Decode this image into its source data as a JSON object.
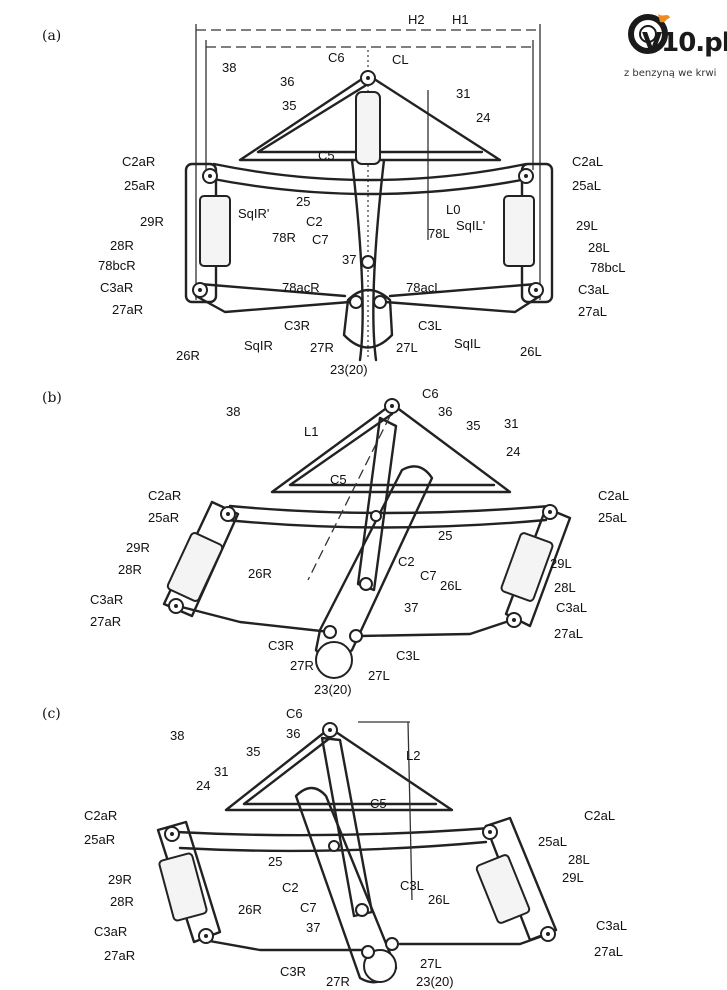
{
  "logo": {
    "brand": "V10.pl",
    "tagline": "z benzyną we krwi"
  },
  "panels": [
    {
      "id": "a",
      "label": "(a)"
    },
    {
      "id": "b",
      "label": "(b)"
    },
    {
      "id": "c",
      "label": "(c)"
    }
  ],
  "labels_a": [
    "H2",
    "H1",
    "38",
    "C6",
    "CL",
    "36",
    "35",
    "31",
    "24",
    "C5",
    "C2aR",
    "25aR",
    "C2aL",
    "25aL",
    "25",
    "C2",
    "L0",
    "29R",
    "SqIR'",
    "78R",
    "C7",
    "78L",
    "SqIL'",
    "29L",
    "28R",
    "28L",
    "78bcR",
    "37",
    "78bcL",
    "C3aR",
    "78acR",
    "78acL",
    "C3aL",
    "27aR",
    "27aL",
    "26R",
    "SqIR",
    "C3R",
    "C3L",
    "SqIL",
    "26L",
    "27R",
    "27L",
    "23(20)"
  ],
  "labels_b": [
    "38",
    "C6",
    "36",
    "L1",
    "35",
    "31",
    "24",
    "C5",
    "C2aR",
    "C2aL",
    "25aR",
    "25aL",
    "25",
    "C2",
    "29R",
    "29L",
    "28R",
    "26R",
    "C7",
    "26L",
    "28L",
    "C3aR",
    "37",
    "C3aL",
    "27aR",
    "27aL",
    "C3R",
    "C3L",
    "27R",
    "27L",
    "23(20)"
  ],
  "labels_c": [
    "C6",
    "38",
    "36",
    "35",
    "L2",
    "31",
    "C5",
    "24",
    "C2aR",
    "C2aL",
    "25aR",
    "25aL",
    "25",
    "28L",
    "C2",
    "29R",
    "29L",
    "28R",
    "26R",
    "C7",
    "C3L",
    "26L",
    "37",
    "C3aR",
    "C3aL",
    "27aR",
    "27aL",
    "C3R",
    "27R",
    "27L",
    "23(20)"
  ]
}
